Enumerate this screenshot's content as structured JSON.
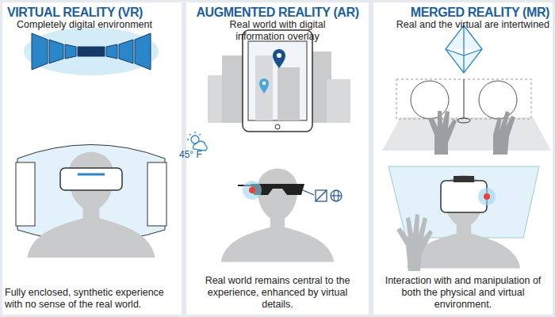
{
  "diagram": {
    "nodes": [
      {
        "text": [
          "VIRTUAL REALITY (VR)",
          "Completely digital environment",
          "Fully enclosed, synthetic experience with no sense of the real world."
        ]
      },
      {
        "text": [
          "AUGMENTED REALITY (AR)",
          "Real world with digital information overlay",
          "Real world remains central to the experience, enhanced by virtual details."
        ]
      },
      {
        "text": [
          "MERGED REALITY (MR)",
          "Real and the virtual are intertwined",
          "Interaction with and manipulation of both the physical and virtual environment."
        ]
      }
    ],
    "labels": [
      "45° F"
    ]
  }
}
